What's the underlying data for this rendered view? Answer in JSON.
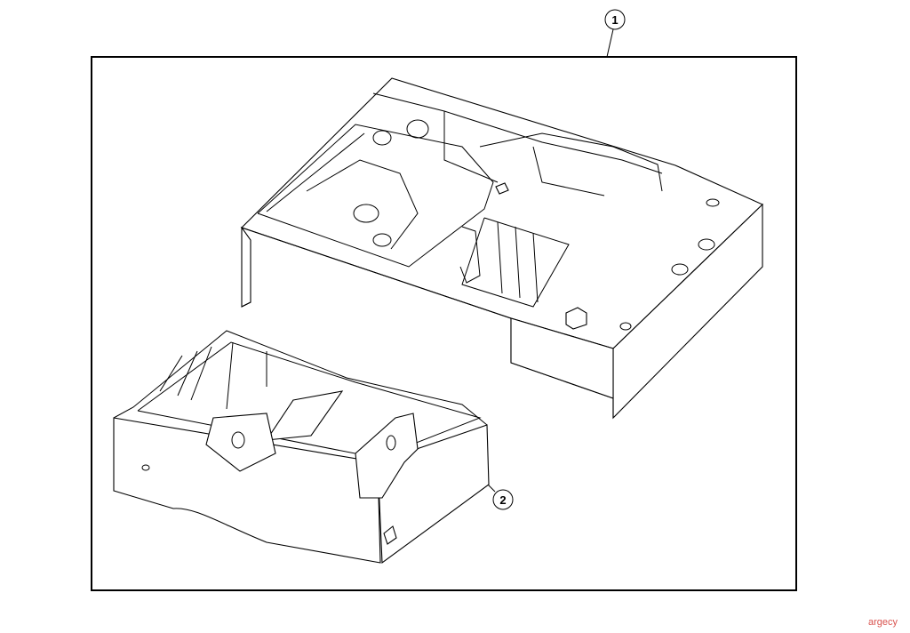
{
  "callouts": [
    {
      "label": "1"
    },
    {
      "label": "2"
    }
  ],
  "watermark": "argecy",
  "colors": {
    "line": "#000000",
    "background": "#ffffff",
    "watermark": "#d9534f"
  }
}
